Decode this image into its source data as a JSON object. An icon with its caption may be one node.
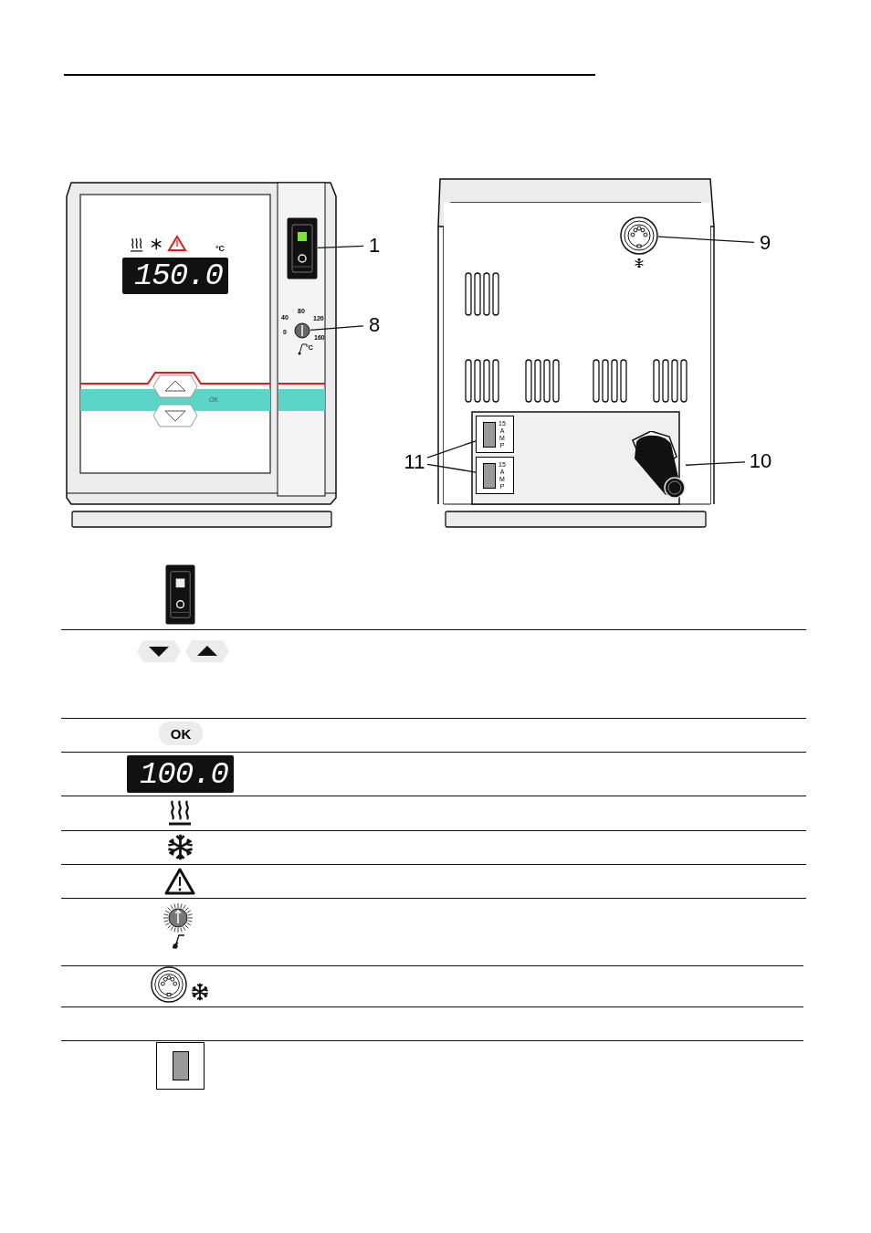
{
  "diagram": {
    "nodes": [
      {
        "text": [
          "1"
        ]
      },
      {
        "text": [],
        "shape": "box"
      },
      {
        "text": [
          "8"
        ]
      },
      {
        "text": [],
        "shape": "circle"
      },
      {
        "text": [
          "9"
        ]
      },
      {
        "text": [],
        "shape": "circle"
      },
      {
        "text": [
          "11"
        ]
      },
      {
        "text": [
          "15 AMP"
        ]
      },
      {
        "text": [
          "15 AMP"
        ]
      },
      {
        "text": [
          "10"
        ]
      },
      {
        "text": [],
        "shape": "cylinder"
      }
    ],
    "edges": [
      {
        "from": 0,
        "to": 1,
        "arrow": "none"
      },
      {
        "from": 2,
        "to": 3,
        "arrow": "none"
      },
      {
        "from": 4,
        "to": 5,
        "arrow": "none"
      },
      {
        "from": 6,
        "to": 7,
        "arrow": "none"
      },
      {
        "from": 6,
        "to": 8,
        "arrow": "none"
      },
      {
        "from": 9,
        "to": 10,
        "arrow": "none"
      }
    ],
    "labels": [
      "°C",
      "150.0",
      "OK",
      "80",
      "40",
      "120",
      "0",
      "160",
      "°C",
      "OK",
      "100.0"
    ]
  }
}
